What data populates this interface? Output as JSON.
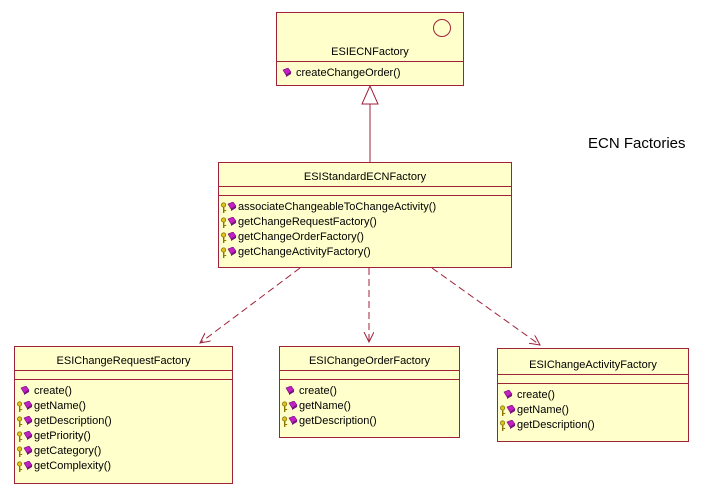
{
  "title": "ECN Factories",
  "colors": {
    "box_fill": "#ffffcc",
    "box_border": "#a0223a",
    "connector": "#a0223a"
  },
  "classes": {
    "ecn_factory": {
      "name": "ESIECNFactory",
      "stereotype_icon": "interface-circle-icon",
      "operations": [
        {
          "label": "createChangeOrder()",
          "icon": "public-operation-icon"
        }
      ]
    },
    "standard_ecn_factory": {
      "name": "ESIStandardECNFactory",
      "operations": [
        {
          "label": "associateChangeableToChangeActivity()",
          "icon": "key-operation-icon"
        },
        {
          "label": "getChangeRequestFactory()",
          "icon": "key-operation-icon"
        },
        {
          "label": "getChangeOrderFactory()",
          "icon": "key-operation-icon"
        },
        {
          "label": "getChangeActivityFactory()",
          "icon": "key-operation-icon"
        }
      ]
    },
    "change_request_factory": {
      "name": "ESIChangeRequestFactory",
      "operations": [
        {
          "label": "create()",
          "icon": "public-operation-icon"
        },
        {
          "label": "getName()",
          "icon": "key-operation-icon"
        },
        {
          "label": "getDescription()",
          "icon": "key-operation-icon"
        },
        {
          "label": "getPriority()",
          "icon": "key-operation-icon"
        },
        {
          "label": "getCategory()",
          "icon": "key-operation-icon"
        },
        {
          "label": "getComplexity()",
          "icon": "key-operation-icon"
        }
      ]
    },
    "change_order_factory": {
      "name": "ESIChangeOrderFactory",
      "operations": [
        {
          "label": "create()",
          "icon": "public-operation-icon"
        },
        {
          "label": "getName()",
          "icon": "key-operation-icon"
        },
        {
          "label": "getDescription()",
          "icon": "key-operation-icon"
        }
      ]
    },
    "change_activity_factory": {
      "name": "ESIChangeActivityFactory",
      "operations": [
        {
          "label": "create()",
          "icon": "public-operation-icon"
        },
        {
          "label": "getName()",
          "icon": "key-operation-icon"
        },
        {
          "label": "getDescription()",
          "icon": "key-operation-icon"
        }
      ]
    }
  },
  "relationships": [
    {
      "type": "generalization",
      "from": "standard_ecn_factory",
      "to": "ecn_factory"
    },
    {
      "type": "dependency",
      "from": "standard_ecn_factory",
      "to": "change_request_factory"
    },
    {
      "type": "dependency",
      "from": "standard_ecn_factory",
      "to": "change_order_factory"
    },
    {
      "type": "dependency",
      "from": "standard_ecn_factory",
      "to": "change_activity_factory"
    }
  ]
}
